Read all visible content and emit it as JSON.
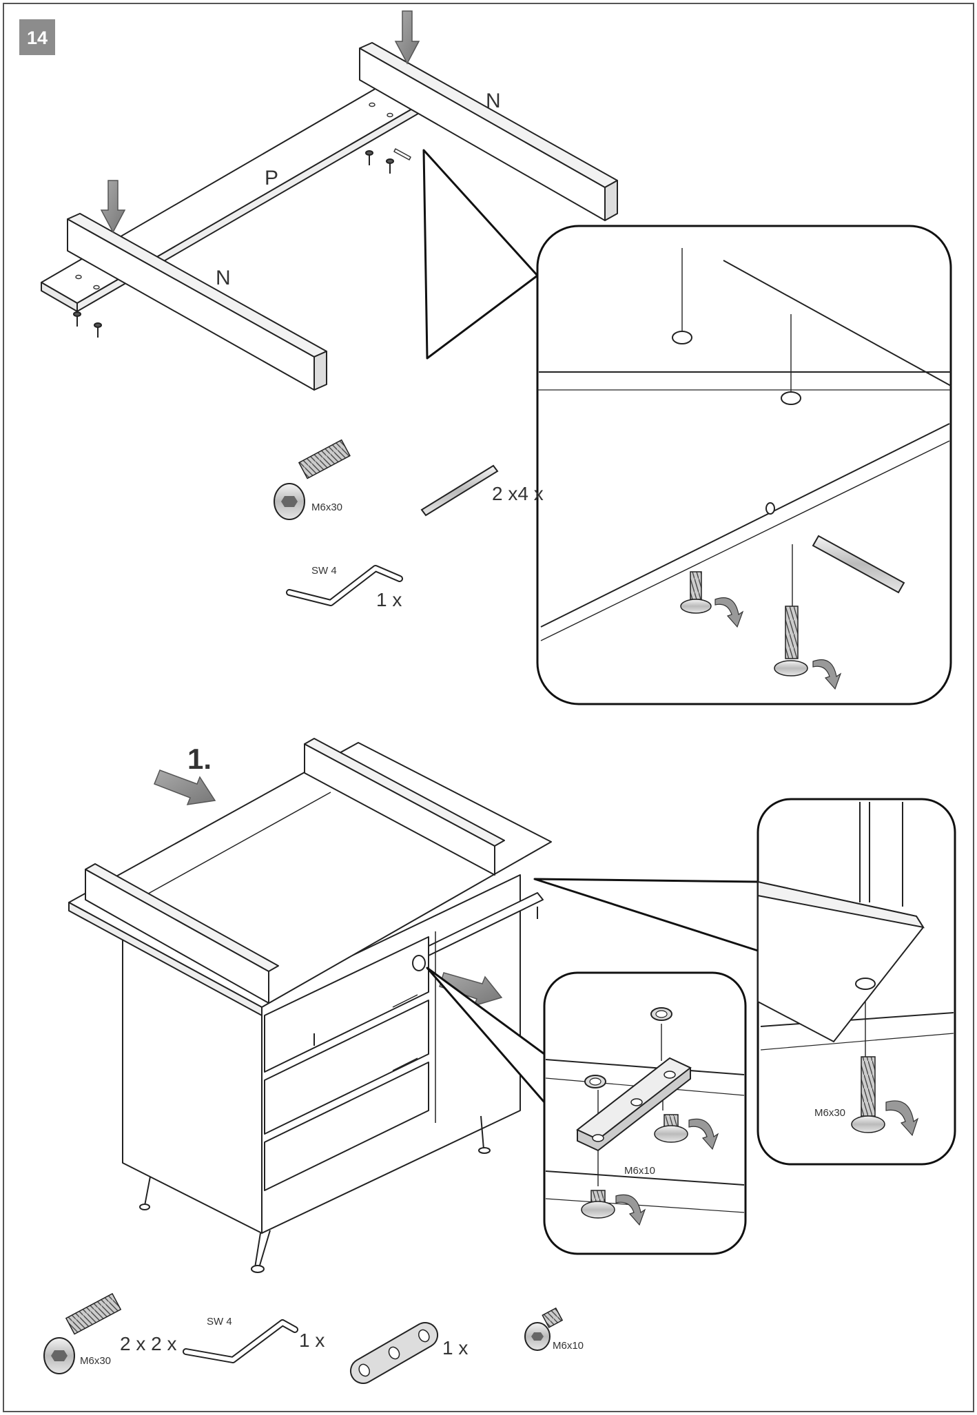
{
  "step": {
    "number": "14"
  },
  "top_section": {
    "part_labels": {
      "p": "P",
      "n_back": "N",
      "n_front": "N"
    },
    "hardware": {
      "bolt_size": "M6x30",
      "dowel_qty": "2 x4 x",
      "wrench_size": "SW 4",
      "wrench_qty": "1 x"
    }
  },
  "bottom_section": {
    "sub_step": "1.",
    "detail_labels": {
      "plate_screw": "M6x10",
      "rail_bolt": "M6x30"
    },
    "hardware": {
      "bolt_size": "M6x30",
      "bolt_qty": "2 x 2 x",
      "wrench_size": "SW 4",
      "wrench_qty": "1 x",
      "plate_qty": "1 x",
      "screw_size": "M6x10"
    }
  }
}
